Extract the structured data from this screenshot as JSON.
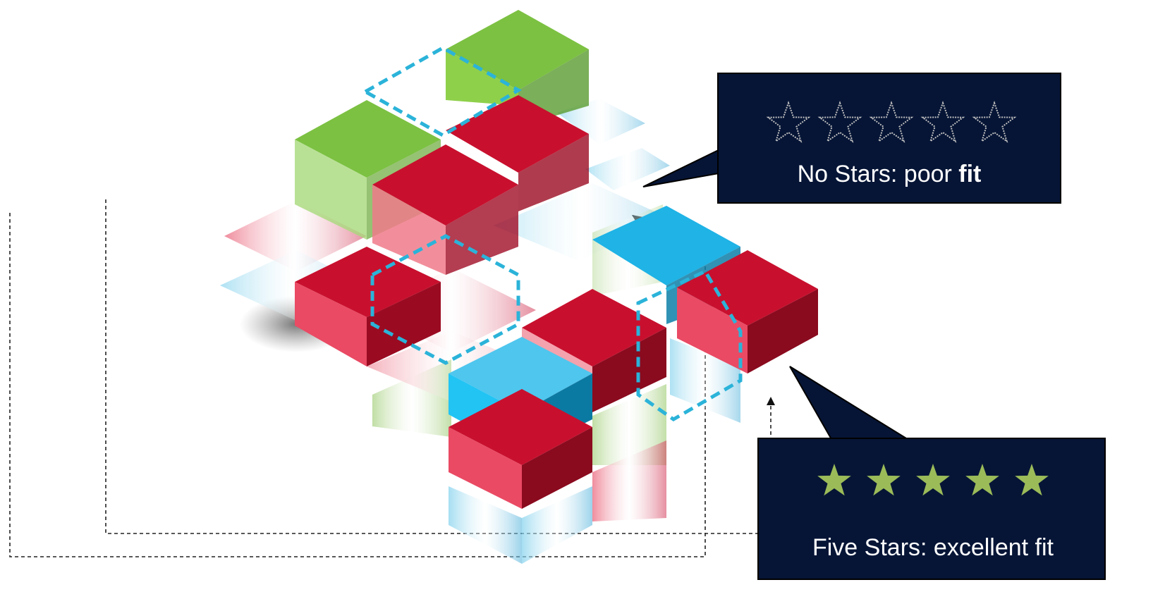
{
  "colors": {
    "green": "#7cc142",
    "red": "#c8102e",
    "blue": "#1fb3e6",
    "callout_bg": "#061536",
    "dash_cyan": "#2bb3d9",
    "star_filled": "#9bbb59",
    "star_empty": "#c0c0c0"
  },
  "callouts": {
    "poor": {
      "rating": 0,
      "max_rating": 5,
      "text_prefix": "No Stars: poor ",
      "text_bold": "fit"
    },
    "excellent": {
      "rating": 5,
      "max_rating": 5,
      "text": "Five Stars: excellent fit"
    }
  },
  "icons": {
    "empty_star": "outline-star-icon",
    "filled_star": "filled-star-icon"
  }
}
